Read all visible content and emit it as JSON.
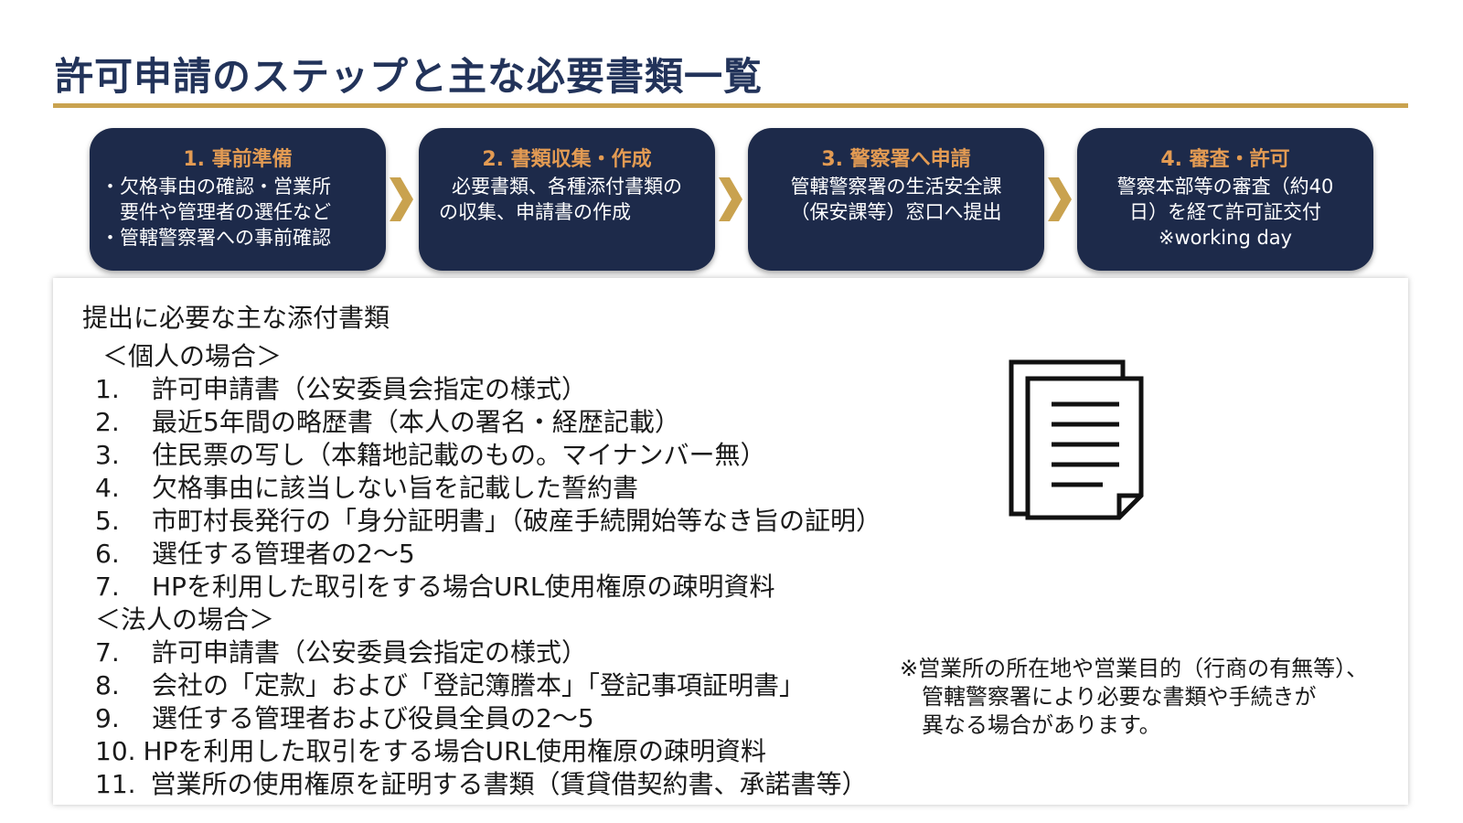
{
  "title": "許可申請のステップと主な必要書類一覧",
  "colors": {
    "title": "#22335a",
    "rule": "#c9a24f",
    "step_bg": "#1d2a4a",
    "step_title": "#e39b53",
    "arrow": "#c9a24f"
  },
  "steps": [
    {
      "title": "1. 事前準備",
      "lines": [
        "・欠格事由の確認・営業所",
        "　要件や管理者の選任など",
        "・管轄警察署への事前確認"
      ]
    },
    {
      "title": "2. 書類収集・作成",
      "lines": [
        "必要書類、各種添付書類の",
        "の収集、申請書の作成"
      ]
    },
    {
      "title": "3. 警察署へ申請",
      "lines": [
        "管轄警察署の生活安全課",
        "（保安課等）窓口へ提出"
      ]
    },
    {
      "title": "4. 審査・許可",
      "lines": [
        "警察本部等の審査（約40",
        "日）を経て許可証交付",
        "※working day"
      ]
    }
  ],
  "documents": {
    "heading": "提出に必要な主な添付書類",
    "individual_header": "＜個人の場合＞",
    "individual": [
      {
        "num": "1.",
        "text": "許可申請書（公安委員会指定の様式）"
      },
      {
        "num": "2.",
        "text": "最近5年間の略歴書（本人の署名・経歴記載）"
      },
      {
        "num": "3.",
        "text": "住民票の写し（本籍地記載のもの。マイナンバー無）"
      },
      {
        "num": "4.",
        "text": "欠格事由に該当しない旨を記載した誓約書"
      },
      {
        "num": "5.",
        "text": "市町村長発行の「身分証明書」（破産手続開始等なき旨の証明）"
      },
      {
        "num": "6.",
        "text": "選任する管理者の2～5"
      },
      {
        "num": "7.",
        "text": "HPを利用した取引をする場合URL使用権原の疎明資料"
      }
    ],
    "corporate_header": "＜法人の場合＞",
    "corporate": [
      {
        "num": "7.",
        "text": "許可申請書（公安委員会指定の様式）"
      },
      {
        "num": "8.",
        "text": "会社の「定款」および「登記簿謄本」「登記事項証明書」"
      },
      {
        "num": "9.",
        "text": "選任する管理者および役員全員の2～5"
      },
      {
        "num": "10.",
        "text": "HPを利用した取引をする場合URL使用権原の疎明資料"
      },
      {
        "num": "11.",
        "text": "営業所の使用権原を証明する書類（賃貸借契約書、承諾書等）"
      }
    ]
  },
  "icon": "documents-icon",
  "note": [
    "※営業所の所在地や営業目的（行商の有無等）、",
    "　管轄警察署により必要な書類や手続きが",
    "　異なる場合があります。"
  ]
}
